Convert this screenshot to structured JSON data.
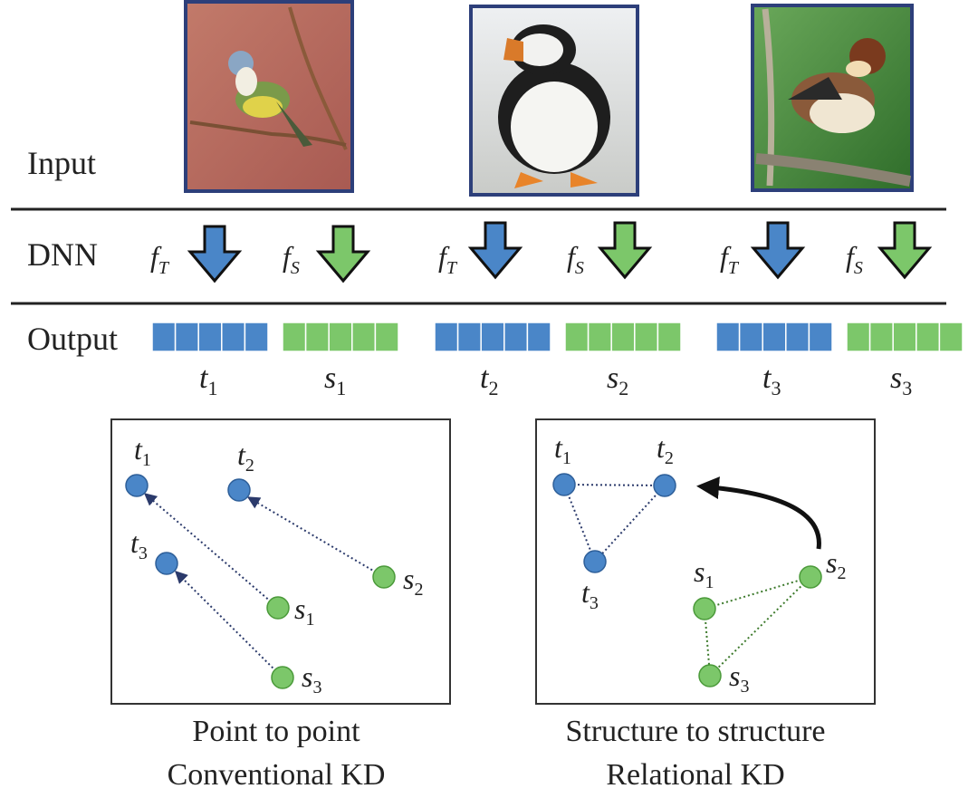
{
  "rows": {
    "input": "Input",
    "dnn": "DNN",
    "output": "Output"
  },
  "images": [
    {
      "name": "bird-image-1",
      "icon": "songbird-on-branch"
    },
    {
      "name": "bird-image-2",
      "icon": "puffin"
    },
    {
      "name": "bird-image-3",
      "icon": "bay-breasted-warbler"
    }
  ],
  "groups": [
    {
      "teacher_fn": "f",
      "teacher_sub": "T",
      "student_fn": "f",
      "student_sub": "S",
      "teacher_out": "t",
      "teacher_idx": "1",
      "student_out": "s",
      "student_idx": "1"
    },
    {
      "teacher_fn": "f",
      "teacher_sub": "T",
      "student_fn": "f",
      "student_sub": "S",
      "teacher_out": "t",
      "teacher_idx": "2",
      "student_out": "s",
      "student_idx": "2"
    },
    {
      "teacher_fn": "f",
      "teacher_sub": "T",
      "student_fn": "f",
      "student_sub": "S",
      "teacher_out": "t",
      "teacher_idx": "3",
      "student_out": "s",
      "student_idx": "3"
    }
  ],
  "panel_left": {
    "caption_line1": "Point to point",
    "caption_line2": "Conventional KD",
    "nodes": [
      {
        "base": "t",
        "sub": "1"
      },
      {
        "base": "t",
        "sub": "2"
      },
      {
        "base": "t",
        "sub": "3"
      },
      {
        "base": "s",
        "sub": "1"
      },
      {
        "base": "s",
        "sub": "2"
      },
      {
        "base": "s",
        "sub": "3"
      }
    ]
  },
  "panel_right": {
    "caption_line1": "Structure to structure",
    "caption_line2": "Relational KD",
    "nodes": [
      {
        "base": "t",
        "sub": "1"
      },
      {
        "base": "t",
        "sub": "2"
      },
      {
        "base": "t",
        "sub": "3"
      },
      {
        "base": "s",
        "sub": "1"
      },
      {
        "base": "s",
        "sub": "2"
      },
      {
        "base": "s",
        "sub": "3"
      }
    ]
  },
  "colors": {
    "teacher": "#4a86c8",
    "student": "#7cc76a",
    "frame": "#2d3f7a",
    "line": "#1a1a1a"
  }
}
